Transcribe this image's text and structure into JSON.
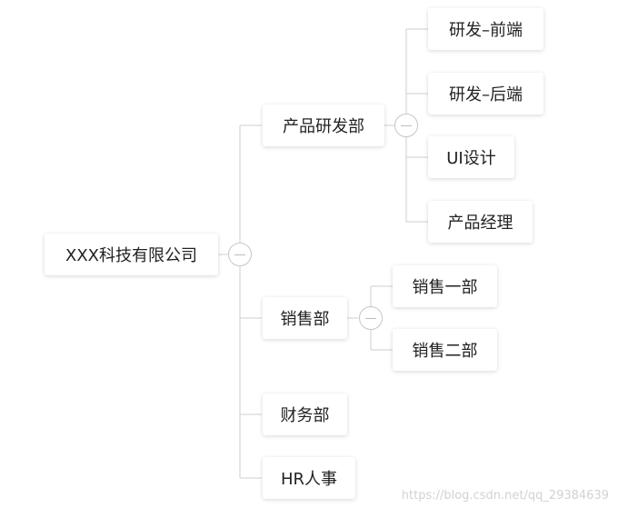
{
  "root": {
    "label": "XXX科技有限公司"
  },
  "departments": [
    {
      "label": "产品研发部",
      "children": [
        {
          "label": "研发–前端"
        },
        {
          "label": "研发–后端"
        },
        {
          "label": "UI设计"
        },
        {
          "label": "产品经理"
        }
      ]
    },
    {
      "label": "销售部",
      "children": [
        {
          "label": "销售一部"
        },
        {
          "label": "销售二部"
        }
      ]
    },
    {
      "label": "财务部"
    },
    {
      "label": "HR人事"
    }
  ],
  "watermark": "https://blog.csdn.net/qq_29384639",
  "colors": {
    "connector": "#cfcfcf",
    "toggle_border": "#c6c6c6",
    "node_text": "#222222"
  }
}
